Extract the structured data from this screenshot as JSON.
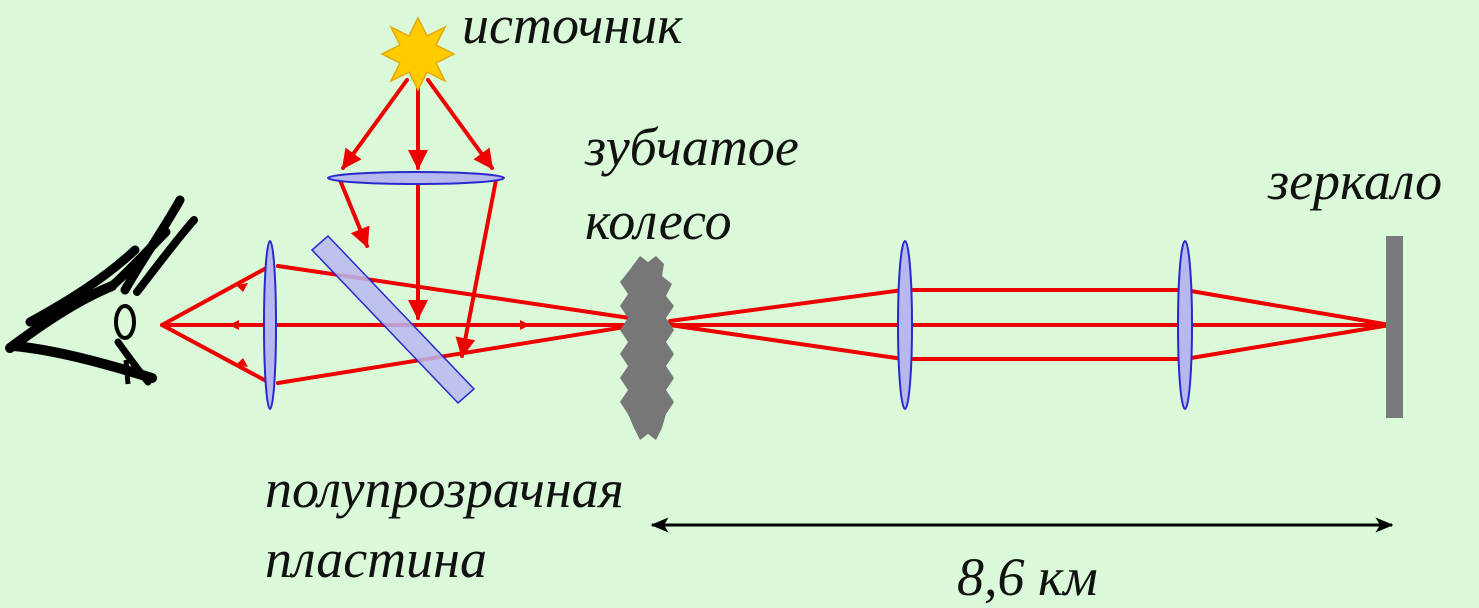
{
  "labels": {
    "source": "источник",
    "wheel_line1": "зубчатое",
    "wheel_line2": "колесо",
    "mirror": "зеркало",
    "plate_line1": "полупрозрачная",
    "plate_line2": "пластина",
    "distance": "8,6 км"
  },
  "colors": {
    "background": "#d9f9d9",
    "ray": "#ee0000",
    "lens_fill": "#b8b8f0",
    "lens_stroke": "#2a2acc",
    "plate_fill": "#b8b8f0",
    "wheel": "#777777",
    "mirror": "#7a7a7a",
    "source": "#ffcc00",
    "text": "#111111"
  },
  "icons": {
    "observer": "eye-icon",
    "source": "star-burst-icon"
  }
}
